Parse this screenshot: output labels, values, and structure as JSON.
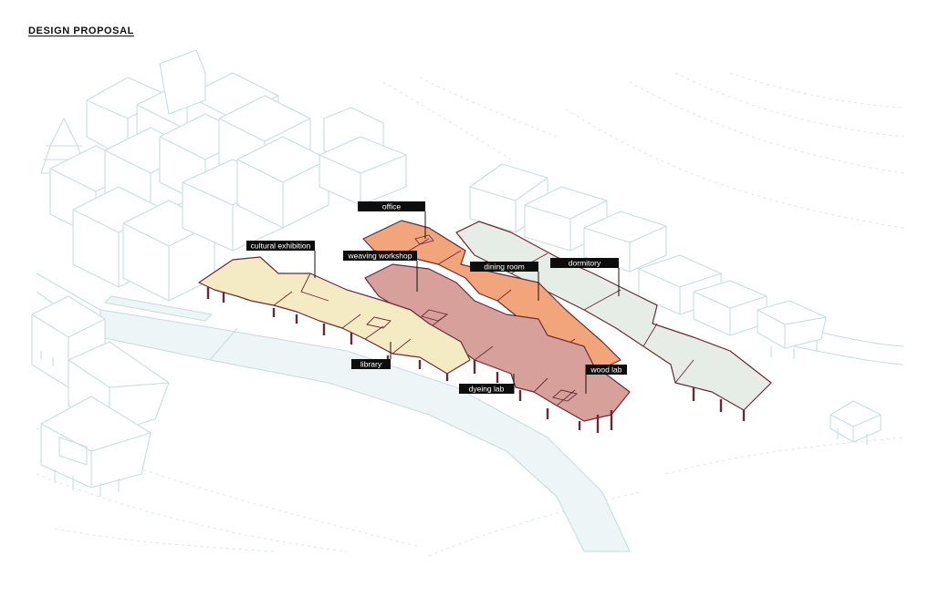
{
  "header": {
    "title": "DESIGN PROPOSAL"
  },
  "colors": {
    "cultural_exhibition": "#f4ebc4",
    "office": "#f2a57a",
    "weaving_workshop": "#d8a09a",
    "dining_room": "#f2a57a",
    "dormitory": "#e6ece6",
    "dyeing_lab": "#dca39e",
    "outline": "#6b2a33",
    "context_lines": "#c9dde2"
  },
  "labels": {
    "office": "office",
    "cultural_exhibition": "cultural exhibition",
    "weaving_workshop": "weaving workshop",
    "dining_room": "dining room",
    "dormitory": "dormitory",
    "library": "library",
    "wood_lab": "wood lab",
    "dyeing_lab": "dyeing lab"
  }
}
